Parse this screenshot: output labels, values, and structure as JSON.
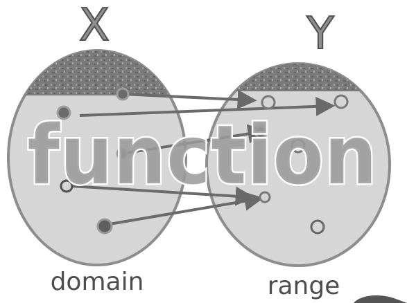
{
  "diagram": {
    "domain_set_label": "X",
    "range_set_label": "Y",
    "overlay_text": "function",
    "domain_caption": "domain",
    "range_caption": "range"
  },
  "colors": {
    "ellipse_fill": "#d6d6d6",
    "ellipse_stroke": "#8d8d8d",
    "arrow": "#6a6a6a",
    "point": "#6b6b6b",
    "text": "#4d4d4d"
  }
}
